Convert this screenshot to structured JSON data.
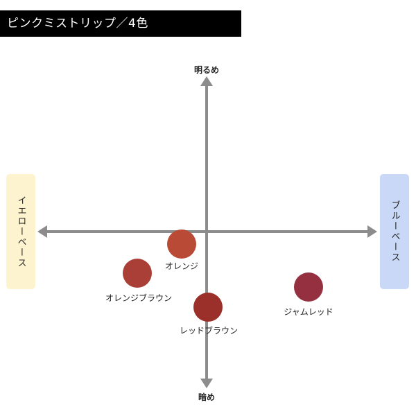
{
  "title": "ピンクミストリップ／4色",
  "axes": {
    "top": "明るめ",
    "bottom": "暗め",
    "left": "イエローベース",
    "right": "ブルーベース"
  },
  "colors": {
    "yellow_base_bg": "#fdf3cf",
    "blue_base_bg": "#c8d8f6",
    "axis": "#8c8c8c"
  },
  "points": [
    {
      "label": "オレンジ",
      "color": "#b94a35"
    },
    {
      "label": "オレンジブラウン",
      "color": "#a93f36"
    },
    {
      "label": "レッドブラウン",
      "color": "#9a3029"
    },
    {
      "label": "ジャムレッド",
      "color": "#953040"
    }
  ]
}
